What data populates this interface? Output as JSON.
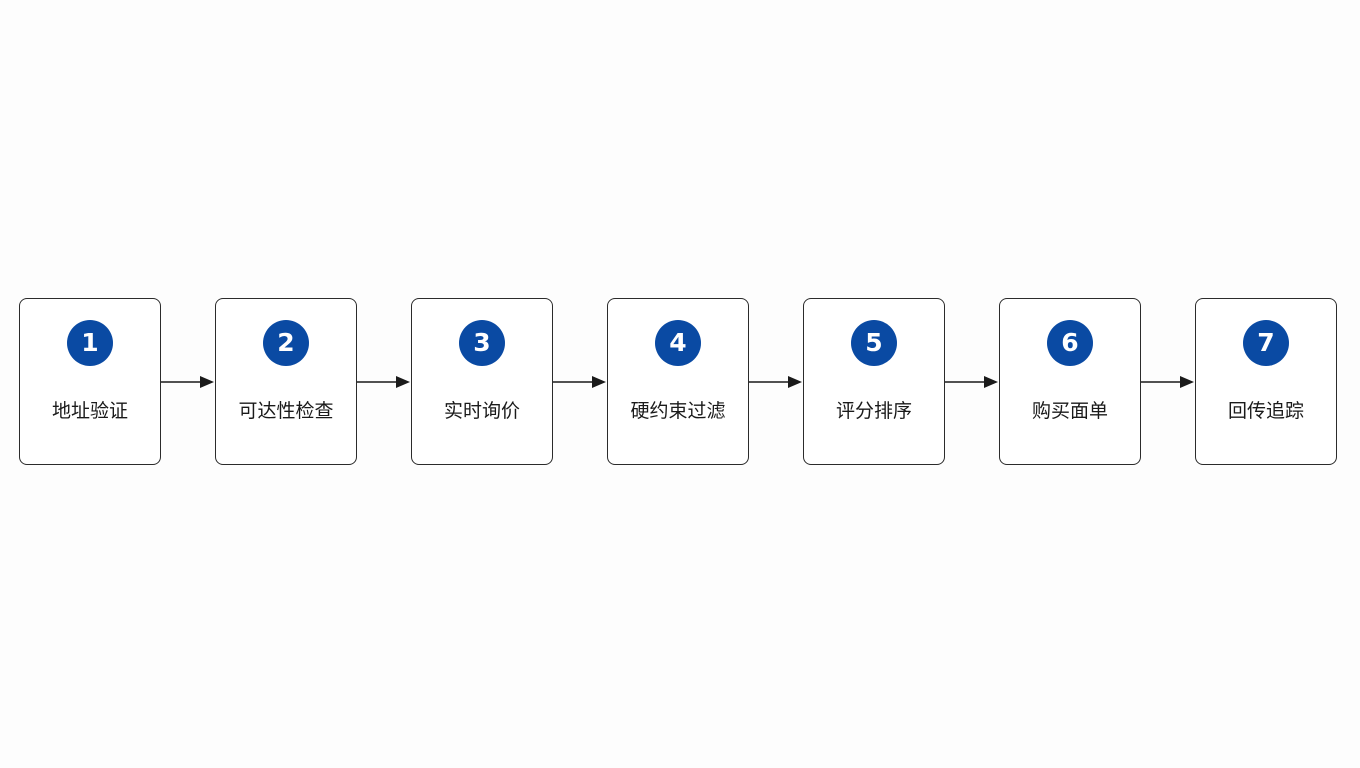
{
  "diagram": {
    "steps": [
      {
        "number": "1",
        "label": "地址验证"
      },
      {
        "number": "2",
        "label": "可达性检查"
      },
      {
        "number": "3",
        "label": "实时询价"
      },
      {
        "number": "4",
        "label": "硬约束过滤"
      },
      {
        "number": "5",
        "label": "评分排序"
      },
      {
        "number": "6",
        "label": "购买面单"
      },
      {
        "number": "7",
        "label": "回传追踪"
      }
    ]
  },
  "colors": {
    "badge": "#0a4aa3",
    "border": "#2b2b2b",
    "arrow": "#1a1a1a",
    "background": "#fdfdfd"
  }
}
